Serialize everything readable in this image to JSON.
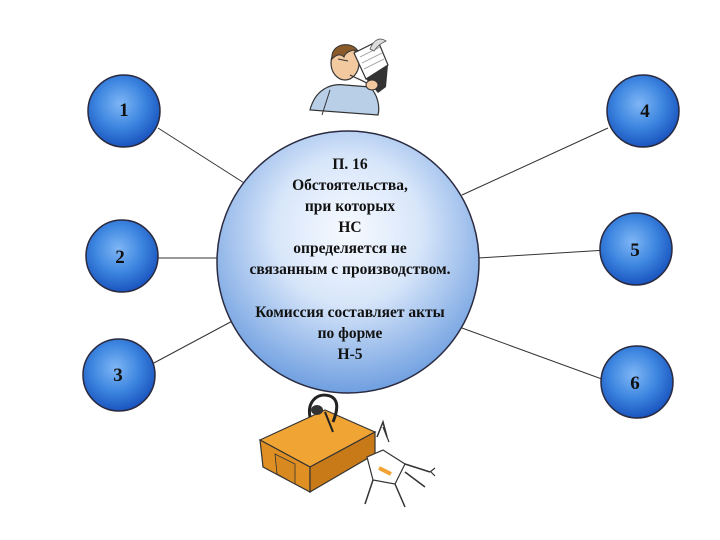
{
  "center": {
    "lines_top": [
      "П. 16",
      "Обстоятельства,",
      "при которых",
      "НС",
      "определяется не",
      "связанным с производством."
    ],
    "lines_bottom": [
      "Комиссия составляет акты",
      "по форме",
      "Н-5"
    ]
  },
  "nodes": [
    "1",
    "2",
    "3",
    "4",
    "5",
    "6"
  ],
  "colors": {
    "node_fill_center": "#5aa0ee",
    "node_fill_edge": "#1f5fc8",
    "center_fill_light": "#f4f8ff",
    "center_fill_dark": "#6f9fe0",
    "outline": "#2a2a40",
    "connector": "#333333",
    "desk": "#f0a434"
  },
  "illustrations": [
    "person-reading-book-clipart",
    "person-tripping-over-desk-clipart"
  ]
}
